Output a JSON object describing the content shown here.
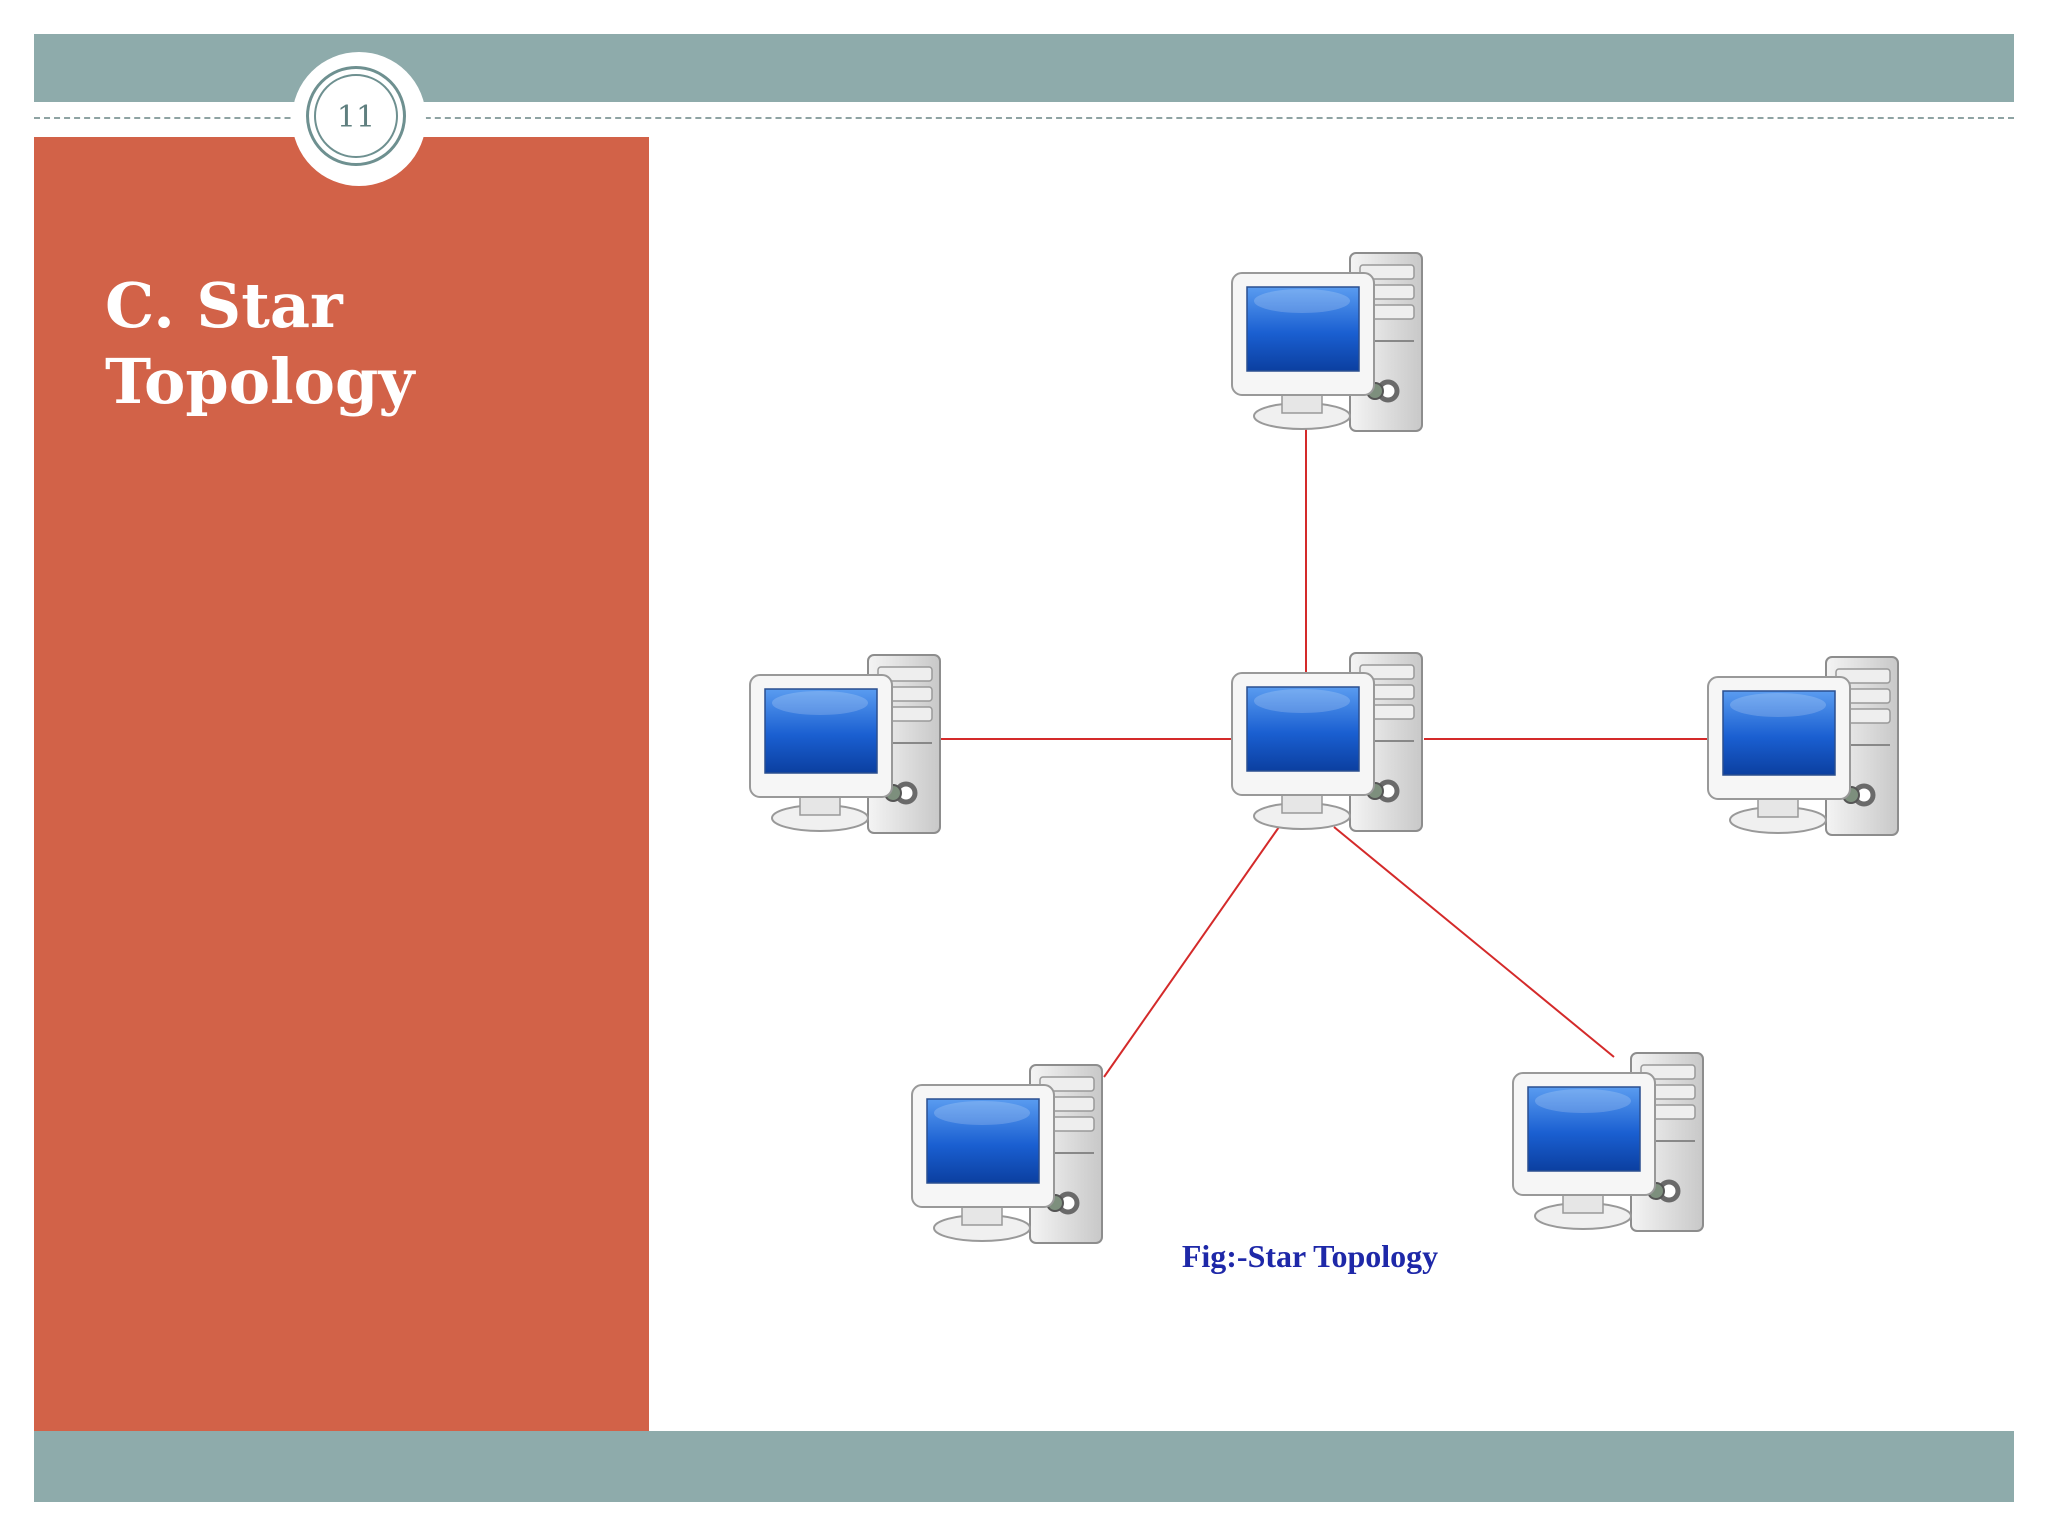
{
  "slide": {
    "page_number": "11",
    "title_line1": "C. Star",
    "title_line2": "Topology"
  },
  "diagram": {
    "caption": "Fig:-Star Topology",
    "hub": "computer-center",
    "nodes": [
      "computer-top",
      "computer-left",
      "computer-right",
      "computer-bottom-left",
      "computer-bottom-right"
    ],
    "link_color": "#d42a2a",
    "screen_color": "#1a5fd1"
  },
  "colors": {
    "accent_bar": "#8eabab",
    "left_panel": "#d26248",
    "title_text": "#ffffff",
    "caption_text": "#1e28a8"
  }
}
